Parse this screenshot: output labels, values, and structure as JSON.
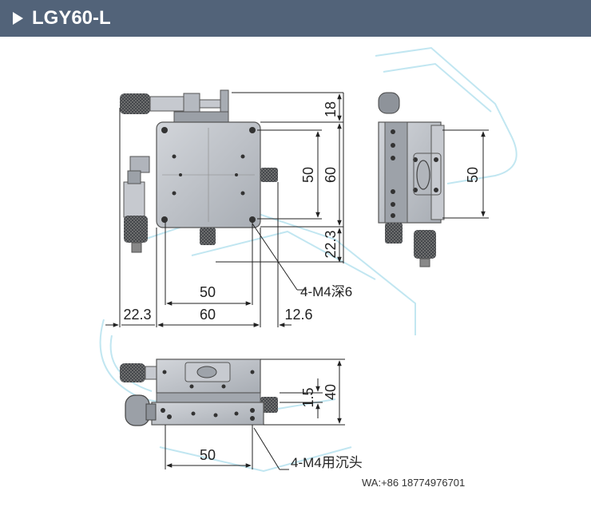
{
  "header": {
    "title": "LGY60-L",
    "color": "#526379"
  },
  "dimensions": {
    "top_height": "18",
    "inner_50": "50",
    "outer_60": "60",
    "lower_22_3": "22.3",
    "bottom_50": "50",
    "left_22_3": "22.3",
    "width_60": "60",
    "right_12_6": "12.6",
    "side_50": "50",
    "front_1_5": "1.5",
    "front_40": "40",
    "front_50": "50"
  },
  "notes": {
    "tap_holes": "4-M4深6",
    "counterbore_holes": "4-M4用沉头"
  },
  "contact": {
    "text": "WA:+86 18774976701"
  },
  "colors": {
    "body": "#b9bdc3",
    "body_dark": "#7c828a",
    "knob": "#3a3d42",
    "watermark": "#8fd3e6"
  }
}
